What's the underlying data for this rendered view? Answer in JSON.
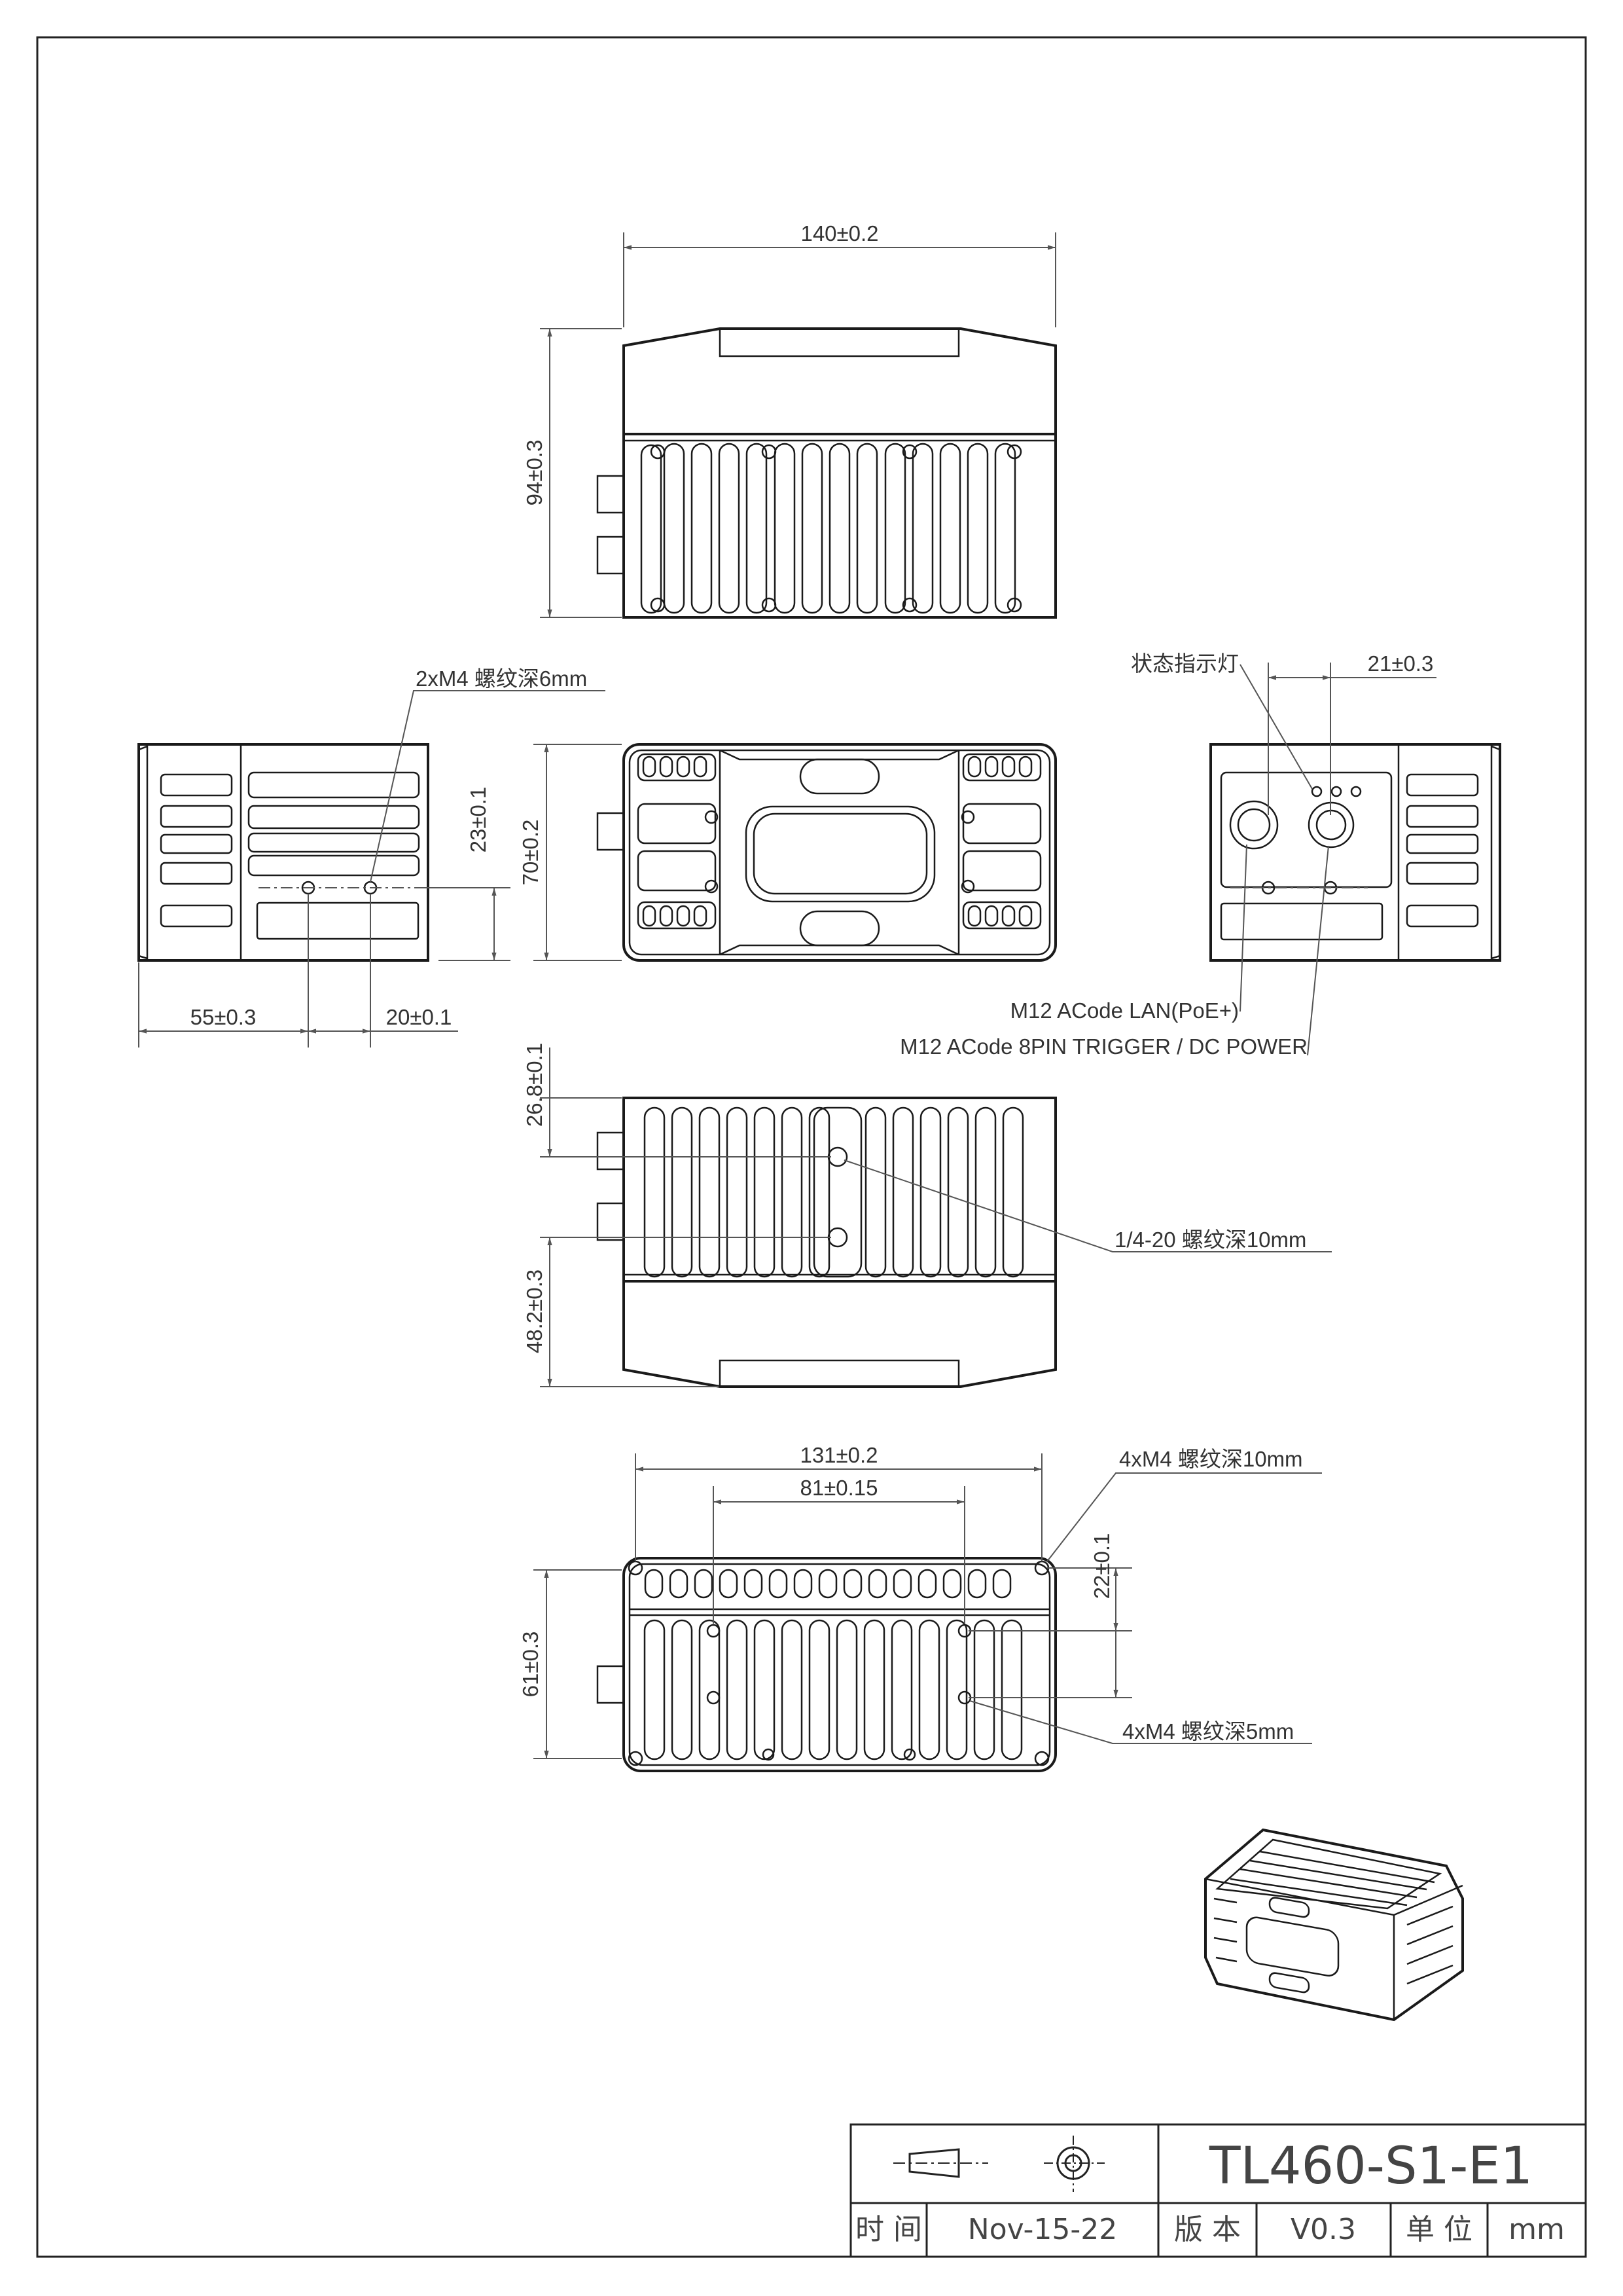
{
  "dimensions": {
    "top_width": "140±0.2",
    "top_height": "94±0.3",
    "left_hole_note": "2xM4 螺纹深6mm",
    "left_hole_offset": "23±0.1",
    "left_width": "55±0.3",
    "left_hole_spacing": "20±0.1",
    "front_height": "70±0.2",
    "status_led": "状态指示灯",
    "right_spacing": "21±0.3",
    "lan_label": "M12 ACode LAN(PoE+)",
    "power_label": "M12 ACode 8PIN TRIGGER / DC POWER",
    "bottom_upper": "26.8±0.1",
    "bottom_lower": "48.2±0.3",
    "tripod_note": "1/4-20 螺纹深10mm",
    "base_outer": "131±0.2",
    "base_inner": "81±0.15",
    "base_corner_note": "4xM4 螺纹深10mm",
    "base_offset": "22±0.1",
    "base_height": "61±0.3",
    "base_inner_note": "4xM4 螺纹深5mm"
  },
  "title_block": {
    "model": "TL460-S1-E1",
    "time_label": "时 间",
    "date": "Nov-15-22",
    "version_label": "版 本",
    "version": "V0.3",
    "unit_label": "单 位",
    "unit": "mm"
  }
}
